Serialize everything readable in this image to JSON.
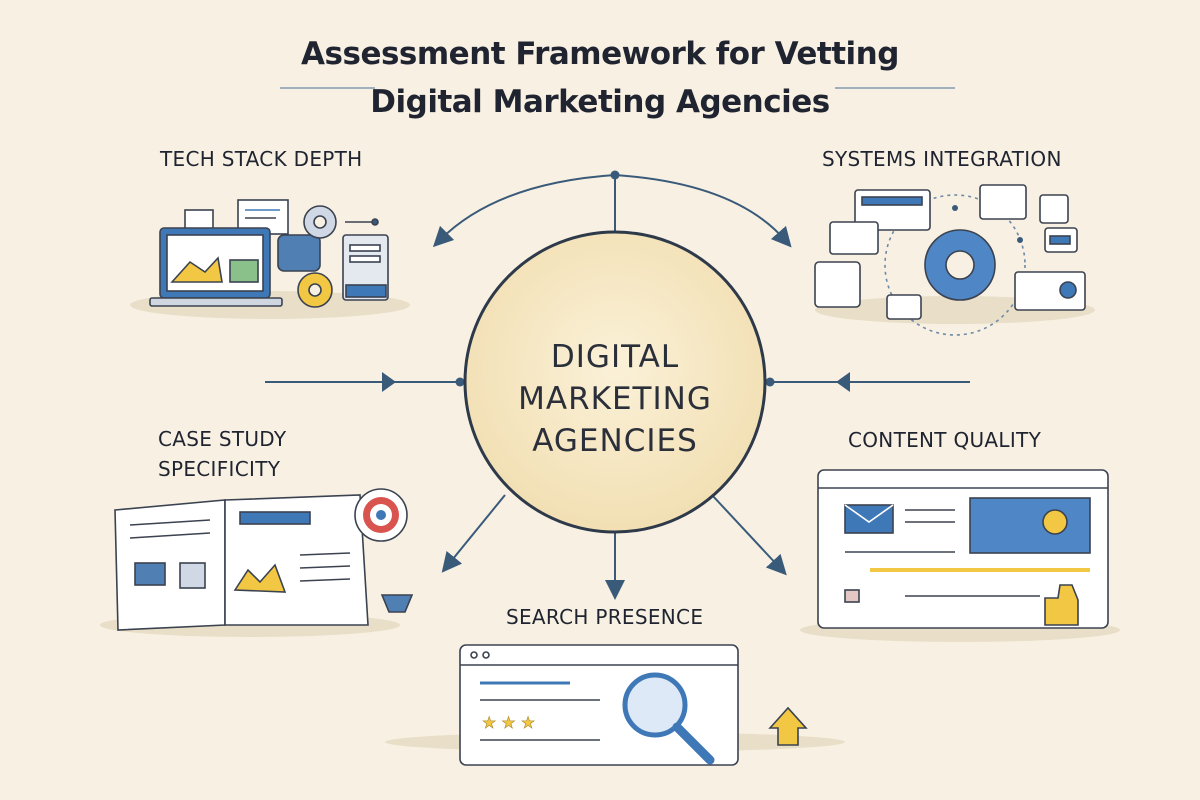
{
  "title": {
    "line1": "Assessment Framework for Vetting",
    "line2": "Digital Marketing Agencies"
  },
  "hub": {
    "line1": "DIGITAL",
    "line2": "MARKETING",
    "line3": "AGENCIES"
  },
  "nodes": {
    "tech_stack": "TECH STACK DEPTH",
    "systems_integration": "SYSTEMS INTEGRATION",
    "case_study_line1": "CASE STUDY",
    "case_study_line2": "SPECIFICITY",
    "content_quality": "CONTENT QUALITY",
    "search_presence": "SEARCH PRESENCE"
  },
  "colors": {
    "background": "#f8f1e3",
    "hub_fill": "#f6e7c1",
    "accent_blue": "#3f78b7",
    "connector": "#3a5a7a",
    "highlight_yellow": "#f2c744",
    "ink": "#1f2430"
  }
}
